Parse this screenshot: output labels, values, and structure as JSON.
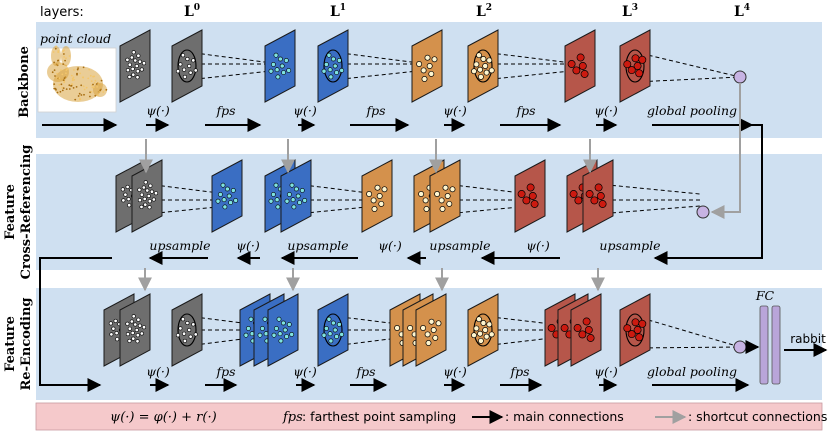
{
  "header": {
    "layers_label": "layers:",
    "level_base": "L",
    "levels": [
      "0",
      "1",
      "2",
      "3",
      "4"
    ]
  },
  "rows": {
    "backbone": {
      "label": "Backbone"
    },
    "fcr": {
      "label_line1": "Feature",
      "label_line2": "Cross-Referencing"
    },
    "fre": {
      "label_line1": "Feature",
      "label_line2": "Re-Encoding"
    }
  },
  "input": {
    "label": "point cloud"
  },
  "ops": {
    "psi": "ψ(·)",
    "fps": "fps",
    "upsample": "upsample",
    "global_pooling": "global pooling",
    "fc": "FC"
  },
  "output": {
    "label": "rabbit"
  },
  "legend": {
    "formula": "ψ(·) = φ(·) + r(·)",
    "fps_term": "fps",
    "fps_desc": ": farthest point sampling",
    "main_desc": ": main connections",
    "shortcut_desc": ": shortcut connections"
  },
  "colors": {
    "band": "#cfe0f1",
    "legend_bg": "#f5c9cb",
    "gray": "#6e6e6e",
    "blue": "#3a6ec3",
    "orange": "#d4914c",
    "red": "#b6564a",
    "pool_node": "#c7b3e3",
    "fc_bar": "#b9a5d9",
    "shortcut": "#a0a0a0",
    "bunny": "#d8a440"
  }
}
